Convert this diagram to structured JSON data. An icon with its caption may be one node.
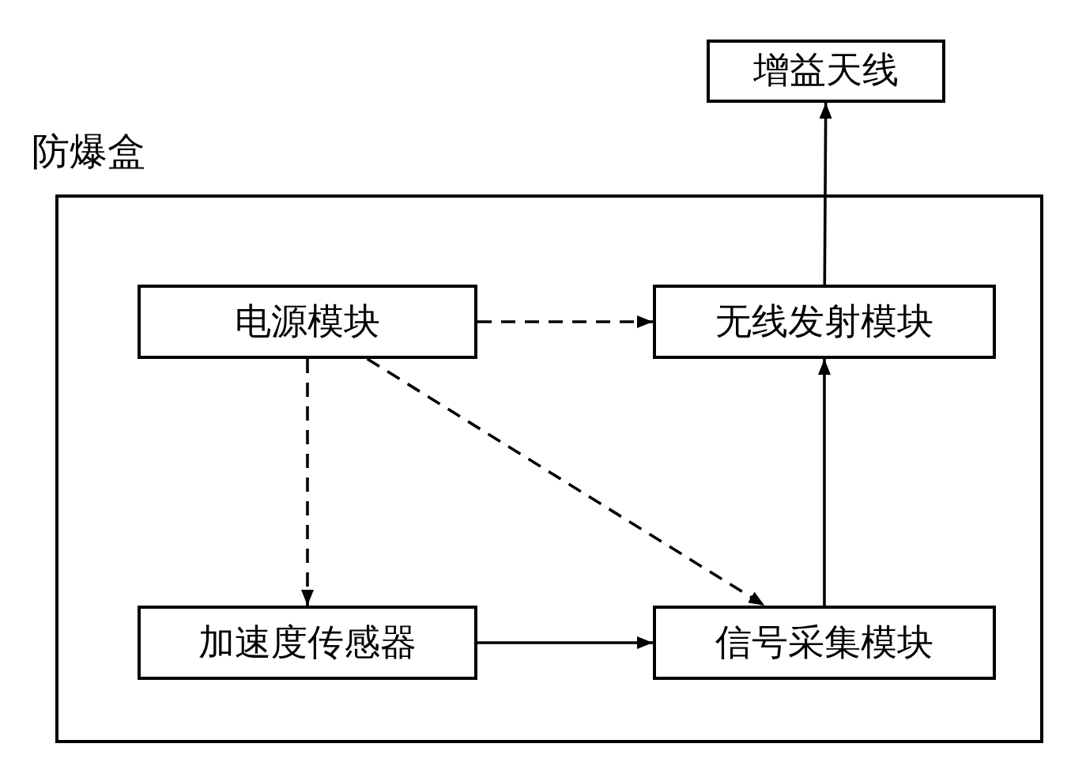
{
  "diagram": {
    "nodes": [
      {
        "text": [
          "防爆盒"
        ]
      },
      {
        "text": [
          "增益天线"
        ]
      },
      {
        "text": [
          "电源模块"
        ],
        "in": 0
      },
      {
        "text": [
          "无线发射模块"
        ],
        "in": 0
      },
      {
        "text": [
          "加速度传感器"
        ],
        "in": 0
      },
      {
        "text": [
          "信号采集模块"
        ],
        "in": 0
      }
    ],
    "edges": [
      {
        "from": 2,
        "to": 3,
        "arrow": "to",
        "style": "dashed"
      },
      {
        "from": 2,
        "to": 4,
        "arrow": "to",
        "style": "dashed"
      },
      {
        "from": 2,
        "to": 5,
        "arrow": "to",
        "style": "dashed"
      },
      {
        "from": 4,
        "to": 5,
        "arrow": "to"
      },
      {
        "from": 5,
        "to": 3,
        "arrow": "to"
      },
      {
        "from": 3,
        "to": 1,
        "arrow": "to"
      }
    ]
  }
}
